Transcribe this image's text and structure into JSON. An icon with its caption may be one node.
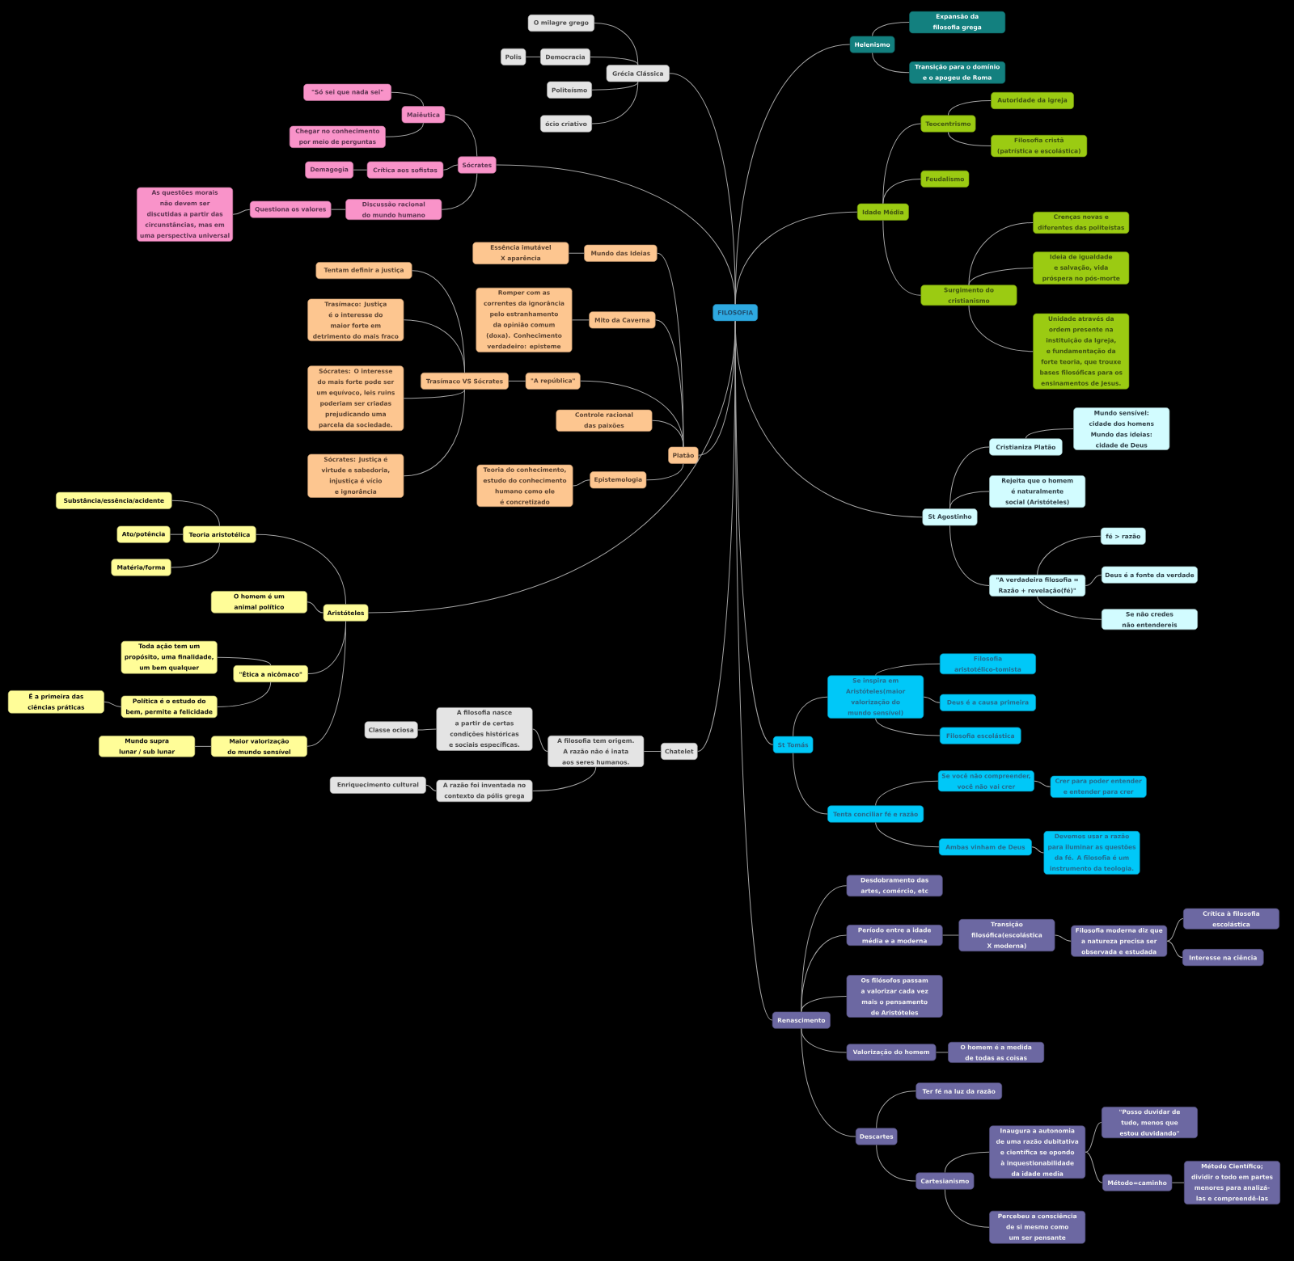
{
  "diagram": {
    "nodes": [
      {
        "text": [
          "FILOSOFIA"
        ]
      },
      {
        "text": [
          "Grécia Clássica"
        ]
      },
      {
        "text": [
          "O milagre grego"
        ]
      },
      {
        "text": [
          "Democracia"
        ]
      },
      {
        "text": [
          "Polis"
        ]
      },
      {
        "text": [
          "Politeísmo"
        ]
      },
      {
        "text": [
          "ócio criativo"
        ]
      },
      {
        "text": [
          "Sócrates"
        ]
      },
      {
        "text": [
          "Maiêutica"
        ]
      },
      {
        "text": [
          "\"Só sei que nada sei\""
        ]
      },
      {
        "text": [
          "Chegar no conhecimento por meio de perguntas"
        ]
      },
      {
        "text": [
          "Crítica aos sofistas"
        ]
      },
      {
        "text": [
          "Demagogia"
        ]
      },
      {
        "text": [
          "Discussão racional do mundo humano"
        ]
      },
      {
        "text": [
          "Questiona os valores"
        ]
      },
      {
        "text": [
          "As questões morais não devem ser discutidas a partir das circunstâncias, mas em uma perspectiva universal"
        ]
      },
      {
        "text": [
          "Platão"
        ]
      },
      {
        "text": [
          "Mundo das Ideias"
        ]
      },
      {
        "text": [
          "Essência imutável X aparência"
        ]
      },
      {
        "text": [
          "Mito da Caverna"
        ]
      },
      {
        "text": [
          "Romper com as correntes da ignorância pelo estranhamento da opinião comum (doxa). Conhecimento verdadeiro: episteme"
        ]
      },
      {
        "text": [
          "\"A república\""
        ]
      },
      {
        "text": [
          "Trasímaco VS Sócrates"
        ]
      },
      {
        "text": [
          "Tentam definir a justiça"
        ]
      },
      {
        "text": [
          "Trasímaco: Justiça é o interesse do maior forte em detrimento do mais fraco"
        ]
      },
      {
        "text": [
          "Sócrates: O interesse do mais forte pode ser um equívoco, leis ruins poderiam ser criadas prejudicando uma parcela da sociedade."
        ]
      },
      {
        "text": [
          "Sócrates: Justiça é virtude e sabedoria, injustiça é vício e ignorância"
        ]
      },
      {
        "text": [
          "Controle racional das paixões"
        ]
      },
      {
        "text": [
          "Epistemologia"
        ]
      },
      {
        "text": [
          "Teoria do conhecimento, estudo do conhecimento humano como ele é concretizado"
        ]
      },
      {
        "text": [
          "Aristóteles"
        ]
      },
      {
        "text": [
          "Teoria aristotélica"
        ]
      },
      {
        "text": [
          "Substância/essência/acidente"
        ]
      },
      {
        "text": [
          "Ato/potência"
        ]
      },
      {
        "text": [
          "Matéria/forma"
        ]
      },
      {
        "text": [
          "O homem é um animal político"
        ]
      },
      {
        "text": [
          "\"Ética a nicômaco\""
        ]
      },
      {
        "text": [
          "Toda ação tem um propósito, uma finalidade, um bem qualquer"
        ]
      },
      {
        "text": [
          "Política é o estudo do bem, permite a felicidade"
        ]
      },
      {
        "text": [
          "É a primeira das ciências práticas"
        ]
      },
      {
        "text": [
          "Maior valorização do mundo sensível"
        ]
      },
      {
        "text": [
          "Mundo supra lunar / sub lunar"
        ]
      },
      {
        "text": [
          "Chatelet"
        ]
      },
      {
        "text": [
          "A filosofia tem origem. A razão não é inata aos seres humanos."
        ]
      },
      {
        "text": [
          "A filosofia nasce a partir de certas condições históricas e sociais específicas."
        ]
      },
      {
        "text": [
          "Classe ociosa"
        ]
      },
      {
        "text": [
          "A razão foi inventada no contexto da pólis grega"
        ]
      },
      {
        "text": [
          "Enriquecimento cultural"
        ]
      },
      {
        "text": [
          "Helenismo"
        ]
      },
      {
        "text": [
          "Expansão da filosofia grega"
        ]
      },
      {
        "text": [
          "Transição para o domínio e o apogeu de Roma"
        ]
      },
      {
        "text": [
          "Idade Média"
        ]
      },
      {
        "text": [
          "Teocentrismo"
        ]
      },
      {
        "text": [
          "Autoridade da igreja"
        ]
      },
      {
        "text": [
          "Filosofia cristã (patrística e escolástica)"
        ]
      },
      {
        "text": [
          "Feudalismo"
        ]
      },
      {
        "text": [
          "Surgimento do cristianismo"
        ]
      },
      {
        "text": [
          "Crenças novas e diferentes das politeístas"
        ]
      },
      {
        "text": [
          "Ideia de igualdade e salvação, vida próspera no pós-morte"
        ]
      },
      {
        "text": [
          "Unidade através da ordem presente na instituição da Igreja, e fundamentação da forte teoria, que trouxe bases filosóficas para os ensinamentos de Jesus."
        ]
      },
      {
        "text": [
          "St Agostinho"
        ]
      },
      {
        "text": [
          "Cristianiza Platão"
        ]
      },
      {
        "text": [
          "Mundo sensível: cidade dos homens",
          "Mundo das ideias: cidade de Deus"
        ]
      },
      {
        "text": [
          "Rejeita que o homem é naturalmente social (Aristóteles)"
        ]
      },
      {
        "text": [
          "\"A verdadeira filosofia = Razão + revelação(fé)\""
        ]
      },
      {
        "text": [
          "fé > razão"
        ]
      },
      {
        "text": [
          "Deus é a fonte da verdade"
        ]
      },
      {
        "text": [
          "Se não credes não entendereis"
        ]
      },
      {
        "text": [
          "St Tomás"
        ]
      },
      {
        "text": [
          "Se inspira em Aristóteles(maior valorização do mundo sensível)"
        ]
      },
      {
        "text": [
          "Filosofia aristotélico-tomista"
        ]
      },
      {
        "text": [
          "Deus é a causa primeira"
        ]
      },
      {
        "text": [
          "Filosofia escolástica"
        ]
      },
      {
        "text": [
          "Tenta conciliar fé e razão"
        ]
      },
      {
        "text": [
          "Se você não compreender, você não vai crer"
        ]
      },
      {
        "text": [
          "Crer para poder entender e entender para crer"
        ]
      },
      {
        "text": [
          "Ambas vinham de Deus"
        ]
      },
      {
        "text": [
          "Devemos usar a razão para iluminar as questões da fé. A filosofia é um instrumento da teologia."
        ]
      },
      {
        "text": [
          "Renascimento"
        ]
      },
      {
        "text": [
          "Desdobramento das artes, comércio, etc"
        ]
      },
      {
        "text": [
          "Período entre a idade média e a moderna"
        ]
      },
      {
        "text": [
          "Transição filosófica(escolástica X moderna)"
        ]
      },
      {
        "text": [
          "Filosofia moderna diz que a natureza precisa ser observada e estudada"
        ]
      },
      {
        "text": [
          "Crítica à filosofia escolástica"
        ]
      },
      {
        "text": [
          "Interesse na ciência"
        ]
      },
      {
        "text": [
          "Os filósofos passam a valorizar cada vez mais o pensamento de Aristóteles"
        ]
      },
      {
        "text": [
          "Valorização do homem"
        ]
      },
      {
        "text": [
          "O homem é a medida de todas as coisas"
        ]
      },
      {
        "text": [
          "Descartes"
        ]
      },
      {
        "text": [
          "Ter fé na luz da razão"
        ]
      },
      {
        "text": [
          "Cartesianismo"
        ]
      },
      {
        "text": [
          "Inaugura a autonomia de uma razão dubitativa e científica se opondo à inquestionabilidade da idade media"
        ]
      },
      {
        "text": [
          "\"Posso duvidar de tudo, menos que estou duvidando\""
        ]
      },
      {
        "text": [
          "Método=caminho"
        ]
      },
      {
        "text": [
          "Método Científico; dividir o todo em partes menores para analizá-las e compreendê-las"
        ]
      },
      {
        "text": [
          "Percebeu a consciência de si mesmo como um ser pensante"
        ]
      }
    ],
    "edges": [
      {
        "from": 0,
        "to": 1,
        "arrow": "none"
      },
      {
        "from": 1,
        "to": 2,
        "arrow": "none"
      },
      {
        "from": 1,
        "to": 3,
        "arrow": "none"
      },
      {
        "from": 3,
        "to": 4,
        "arrow": "none"
      },
      {
        "from": 1,
        "to": 5,
        "arrow": "none"
      },
      {
        "from": 1,
        "to": 6,
        "arrow": "none"
      },
      {
        "from": 0,
        "to": 7,
        "arrow": "none"
      },
      {
        "from": 7,
        "to": 8,
        "arrow": "none"
      },
      {
        "from": 8,
        "to": 9,
        "arrow": "none"
      },
      {
        "from": 8,
        "to": 10,
        "arrow": "none"
      },
      {
        "from": 7,
        "to": 11,
        "arrow": "none"
      },
      {
        "from": 11,
        "to": 12,
        "arrow": "none"
      },
      {
        "from": 7,
        "to": 13,
        "arrow": "none"
      },
      {
        "from": 13,
        "to": 14,
        "arrow": "none"
      },
      {
        "from": 14,
        "to": 15,
        "arrow": "none"
      },
      {
        "from": 0,
        "to": 16,
        "arrow": "none"
      },
      {
        "from": 16,
        "to": 17,
        "arrow": "none"
      },
      {
        "from": 17,
        "to": 18,
        "arrow": "none"
      },
      {
        "from": 16,
        "to": 19,
        "arrow": "none"
      },
      {
        "from": 19,
        "to": 20,
        "arrow": "none"
      },
      {
        "from": 16,
        "to": 21,
        "arrow": "none"
      },
      {
        "from": 21,
        "to": 22,
        "arrow": "none"
      },
      {
        "from": 22,
        "to": 23,
        "arrow": "none"
      },
      {
        "from": 22,
        "to": 24,
        "arrow": "none"
      },
      {
        "from": 22,
        "to": 25,
        "arrow": "none"
      },
      {
        "from": 22,
        "to": 26,
        "arrow": "none"
      },
      {
        "from": 16,
        "to": 27,
        "arrow": "none"
      },
      {
        "from": 16,
        "to": 28,
        "arrow": "none"
      },
      {
        "from": 28,
        "to": 29,
        "arrow": "none"
      },
      {
        "from": 0,
        "to": 30,
        "arrow": "none"
      },
      {
        "from": 30,
        "to": 31,
        "arrow": "none"
      },
      {
        "from": 31,
        "to": 32,
        "arrow": "none"
      },
      {
        "from": 31,
        "to": 33,
        "arrow": "none"
      },
      {
        "from": 31,
        "to": 34,
        "arrow": "none"
      },
      {
        "from": 30,
        "to": 35,
        "arrow": "none"
      },
      {
        "from": 30,
        "to": 36,
        "arrow": "none"
      },
      {
        "from": 36,
        "to": 37,
        "arrow": "none"
      },
      {
        "from": 36,
        "to": 38,
        "arrow": "none"
      },
      {
        "from": 38,
        "to": 39,
        "arrow": "none"
      },
      {
        "from": 30,
        "to": 40,
        "arrow": "none"
      },
      {
        "from": 40,
        "to": 41,
        "arrow": "none"
      },
      {
        "from": 0,
        "to": 42,
        "arrow": "none"
      },
      {
        "from": 42,
        "to": 43,
        "arrow": "none"
      },
      {
        "from": 43,
        "to": 44,
        "arrow": "none"
      },
      {
        "from": 44,
        "to": 45,
        "arrow": "none"
      },
      {
        "from": 43,
        "to": 46,
        "arrow": "none"
      },
      {
        "from": 46,
        "to": 47,
        "arrow": "none"
      },
      {
        "from": 0,
        "to": 48,
        "arrow": "none"
      },
      {
        "from": 48,
        "to": 49,
        "arrow": "none"
      },
      {
        "from": 48,
        "to": 50,
        "arrow": "none"
      },
      {
        "from": 0,
        "to": 51,
        "arrow": "none"
      },
      {
        "from": 51,
        "to": 52,
        "arrow": "none"
      },
      {
        "from": 52,
        "to": 53,
        "arrow": "none"
      },
      {
        "from": 52,
        "to": 54,
        "arrow": "none"
      },
      {
        "from": 51,
        "to": 55,
        "arrow": "none"
      },
      {
        "from": 51,
        "to": 56,
        "arrow": "none"
      },
      {
        "from": 56,
        "to": 57,
        "arrow": "none"
      },
      {
        "from": 56,
        "to": 58,
        "arrow": "none"
      },
      {
        "from": 56,
        "to": 59,
        "arrow": "none"
      },
      {
        "from": 0,
        "to": 60,
        "arrow": "none"
      },
      {
        "from": 60,
        "to": 61,
        "arrow": "none"
      },
      {
        "from": 61,
        "to": 62,
        "arrow": "none"
      },
      {
        "from": 60,
        "to": 63,
        "arrow": "none"
      },
      {
        "from": 60,
        "to": 64,
        "arrow": "none"
      },
      {
        "from": 64,
        "to": 65,
        "arrow": "none"
      },
      {
        "from": 64,
        "to": 66,
        "arrow": "none"
      },
      {
        "from": 64,
        "to": 67,
        "arrow": "none"
      },
      {
        "from": 0,
        "to": 68,
        "arrow": "none"
      },
      {
        "from": 68,
        "to": 69,
        "arrow": "none"
      },
      {
        "from": 69,
        "to": 70,
        "arrow": "none"
      },
      {
        "from": 69,
        "to": 71,
        "arrow": "none"
      },
      {
        "from": 69,
        "to": 72,
        "arrow": "none"
      },
      {
        "from": 68,
        "to": 73,
        "arrow": "none"
      },
      {
        "from": 73,
        "to": 74,
        "arrow": "none"
      },
      {
        "from": 74,
        "to": 75,
        "arrow": "none"
      },
      {
        "from": 73,
        "to": 76,
        "arrow": "none"
      },
      {
        "from": 76,
        "to": 77,
        "arrow": "none"
      },
      {
        "from": 0,
        "to": 78,
        "arrow": "none"
      },
      {
        "from": 78,
        "to": 79,
        "arrow": "none"
      },
      {
        "from": 78,
        "to": 80,
        "arrow": "none"
      },
      {
        "from": 80,
        "to": 81,
        "arrow": "none"
      },
      {
        "from": 81,
        "to": 82,
        "arrow": "none"
      },
      {
        "from": 82,
        "to": 83,
        "arrow": "none"
      },
      {
        "from": 82,
        "to": 84,
        "arrow": "none"
      },
      {
        "from": 78,
        "to": 85,
        "arrow": "none"
      },
      {
        "from": 78,
        "to": 86,
        "arrow": "none"
      },
      {
        "from": 86,
        "to": 87,
        "arrow": "none"
      },
      {
        "from": 78,
        "to": 88,
        "arrow": "none"
      },
      {
        "from": 88,
        "to": 89,
        "arrow": "none"
      },
      {
        "from": 88,
        "to": 90,
        "arrow": "none"
      },
      {
        "from": 90,
        "to": 91,
        "arrow": "none"
      },
      {
        "from": 91,
        "to": 92,
        "arrow": "none"
      },
      {
        "from": 91,
        "to": 93,
        "arrow": "none"
      },
      {
        "from": 93,
        "to": 94,
        "arrow": "none"
      },
      {
        "from": 90,
        "to": 95,
        "arrow": "none"
      }
    ]
  }
}
